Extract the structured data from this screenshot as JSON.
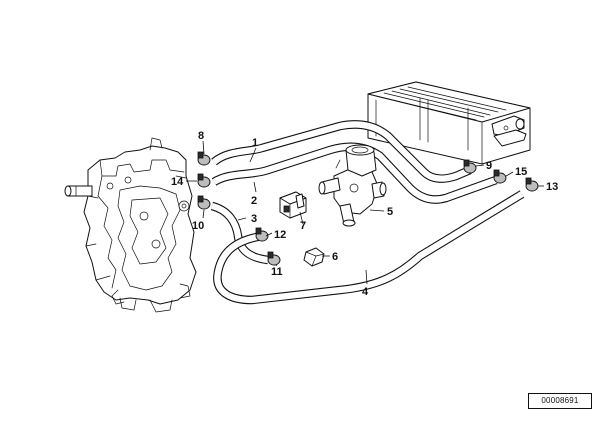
{
  "diagram": {
    "callouts": {
      "c1": "1",
      "c2": "2",
      "c3": "3",
      "c4": "4",
      "c5": "5",
      "c6": "6",
      "c7": "7",
      "c8": "8",
      "c9": "9",
      "c10": "10",
      "c11": "11",
      "c12": "12",
      "c13": "13",
      "c14": "14",
      "c15": "15"
    },
    "reference_number": "00008691"
  }
}
